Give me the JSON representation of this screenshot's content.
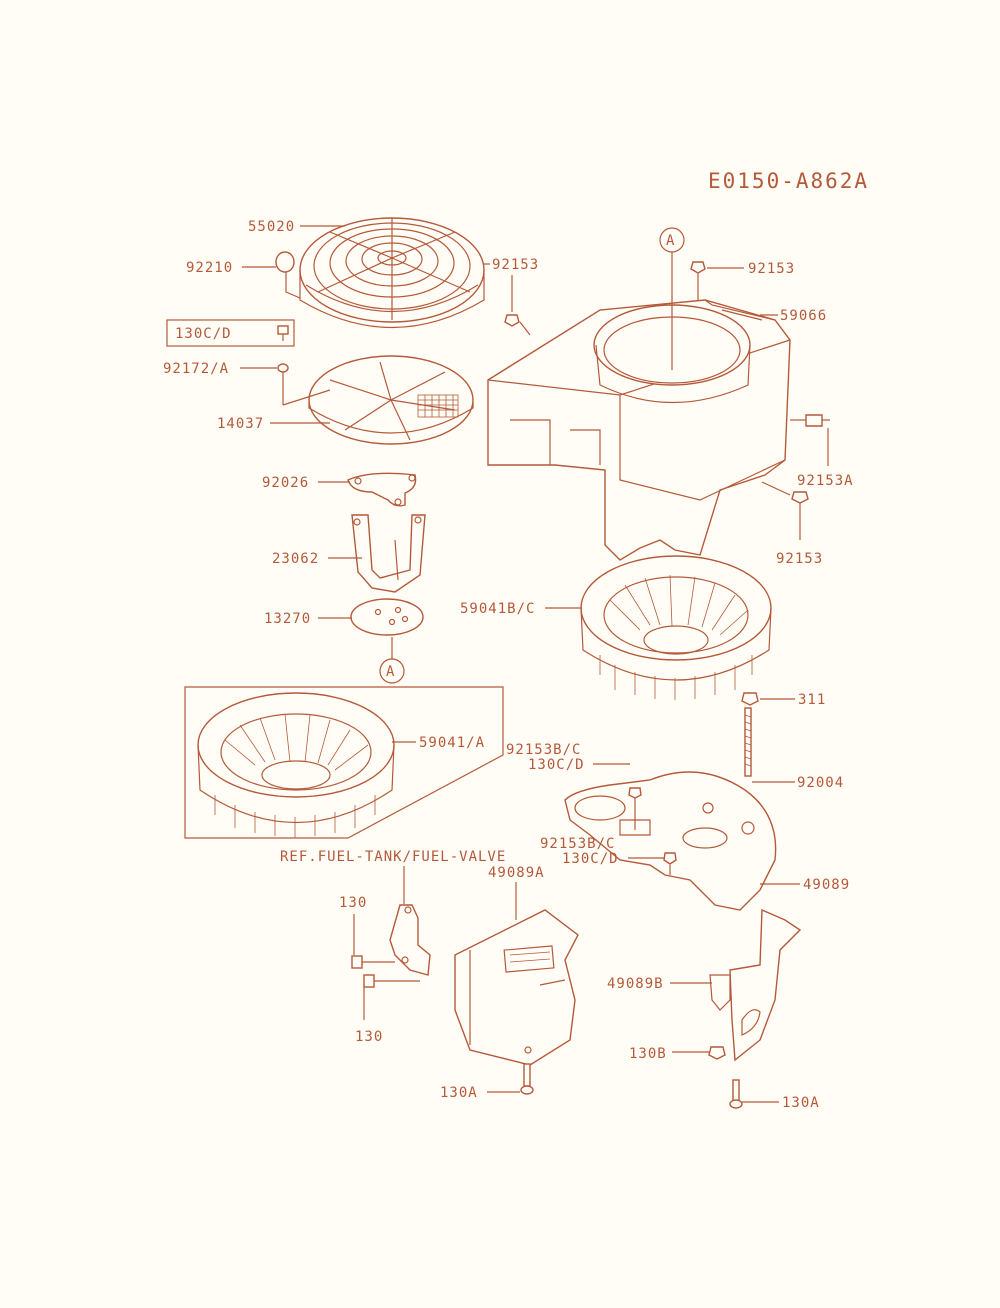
{
  "diagram_code": "E0150-A862A",
  "ref_note": "REF.FUEL-TANK/FUEL-VALVE",
  "callout_letter": "A",
  "boxed_label": "130C/D",
  "labels": {
    "l55020": "55020",
    "l92210": "92210",
    "l92153_top_left": "92153",
    "l92153_top_right": "92153",
    "l59066": "59066",
    "l92172": "92172/A",
    "l14037": "14037",
    "l92153A": "92153A",
    "l92026": "92026",
    "l92153_right": "92153",
    "l23062": "23062",
    "l13270": "13270",
    "l59041BC": "59041B/C",
    "l311": "311",
    "l59041A": "59041/A",
    "l92153BC_1": "92153B/C",
    "l130CD_1": "130C/D",
    "l92004": "92004",
    "l92153BC_2": "92153B/C",
    "l130CD_2": "130C/D",
    "l49089A": "49089A",
    "l49089": "49089",
    "l130_top": "130",
    "l130_bottom": "130",
    "l49089B": "49089B",
    "l130B": "130B",
    "l130A_left": "130A",
    "l130A_right": "130A"
  },
  "colors": {
    "ink": "#b45a3a",
    "paper": "#fffdf6"
  }
}
